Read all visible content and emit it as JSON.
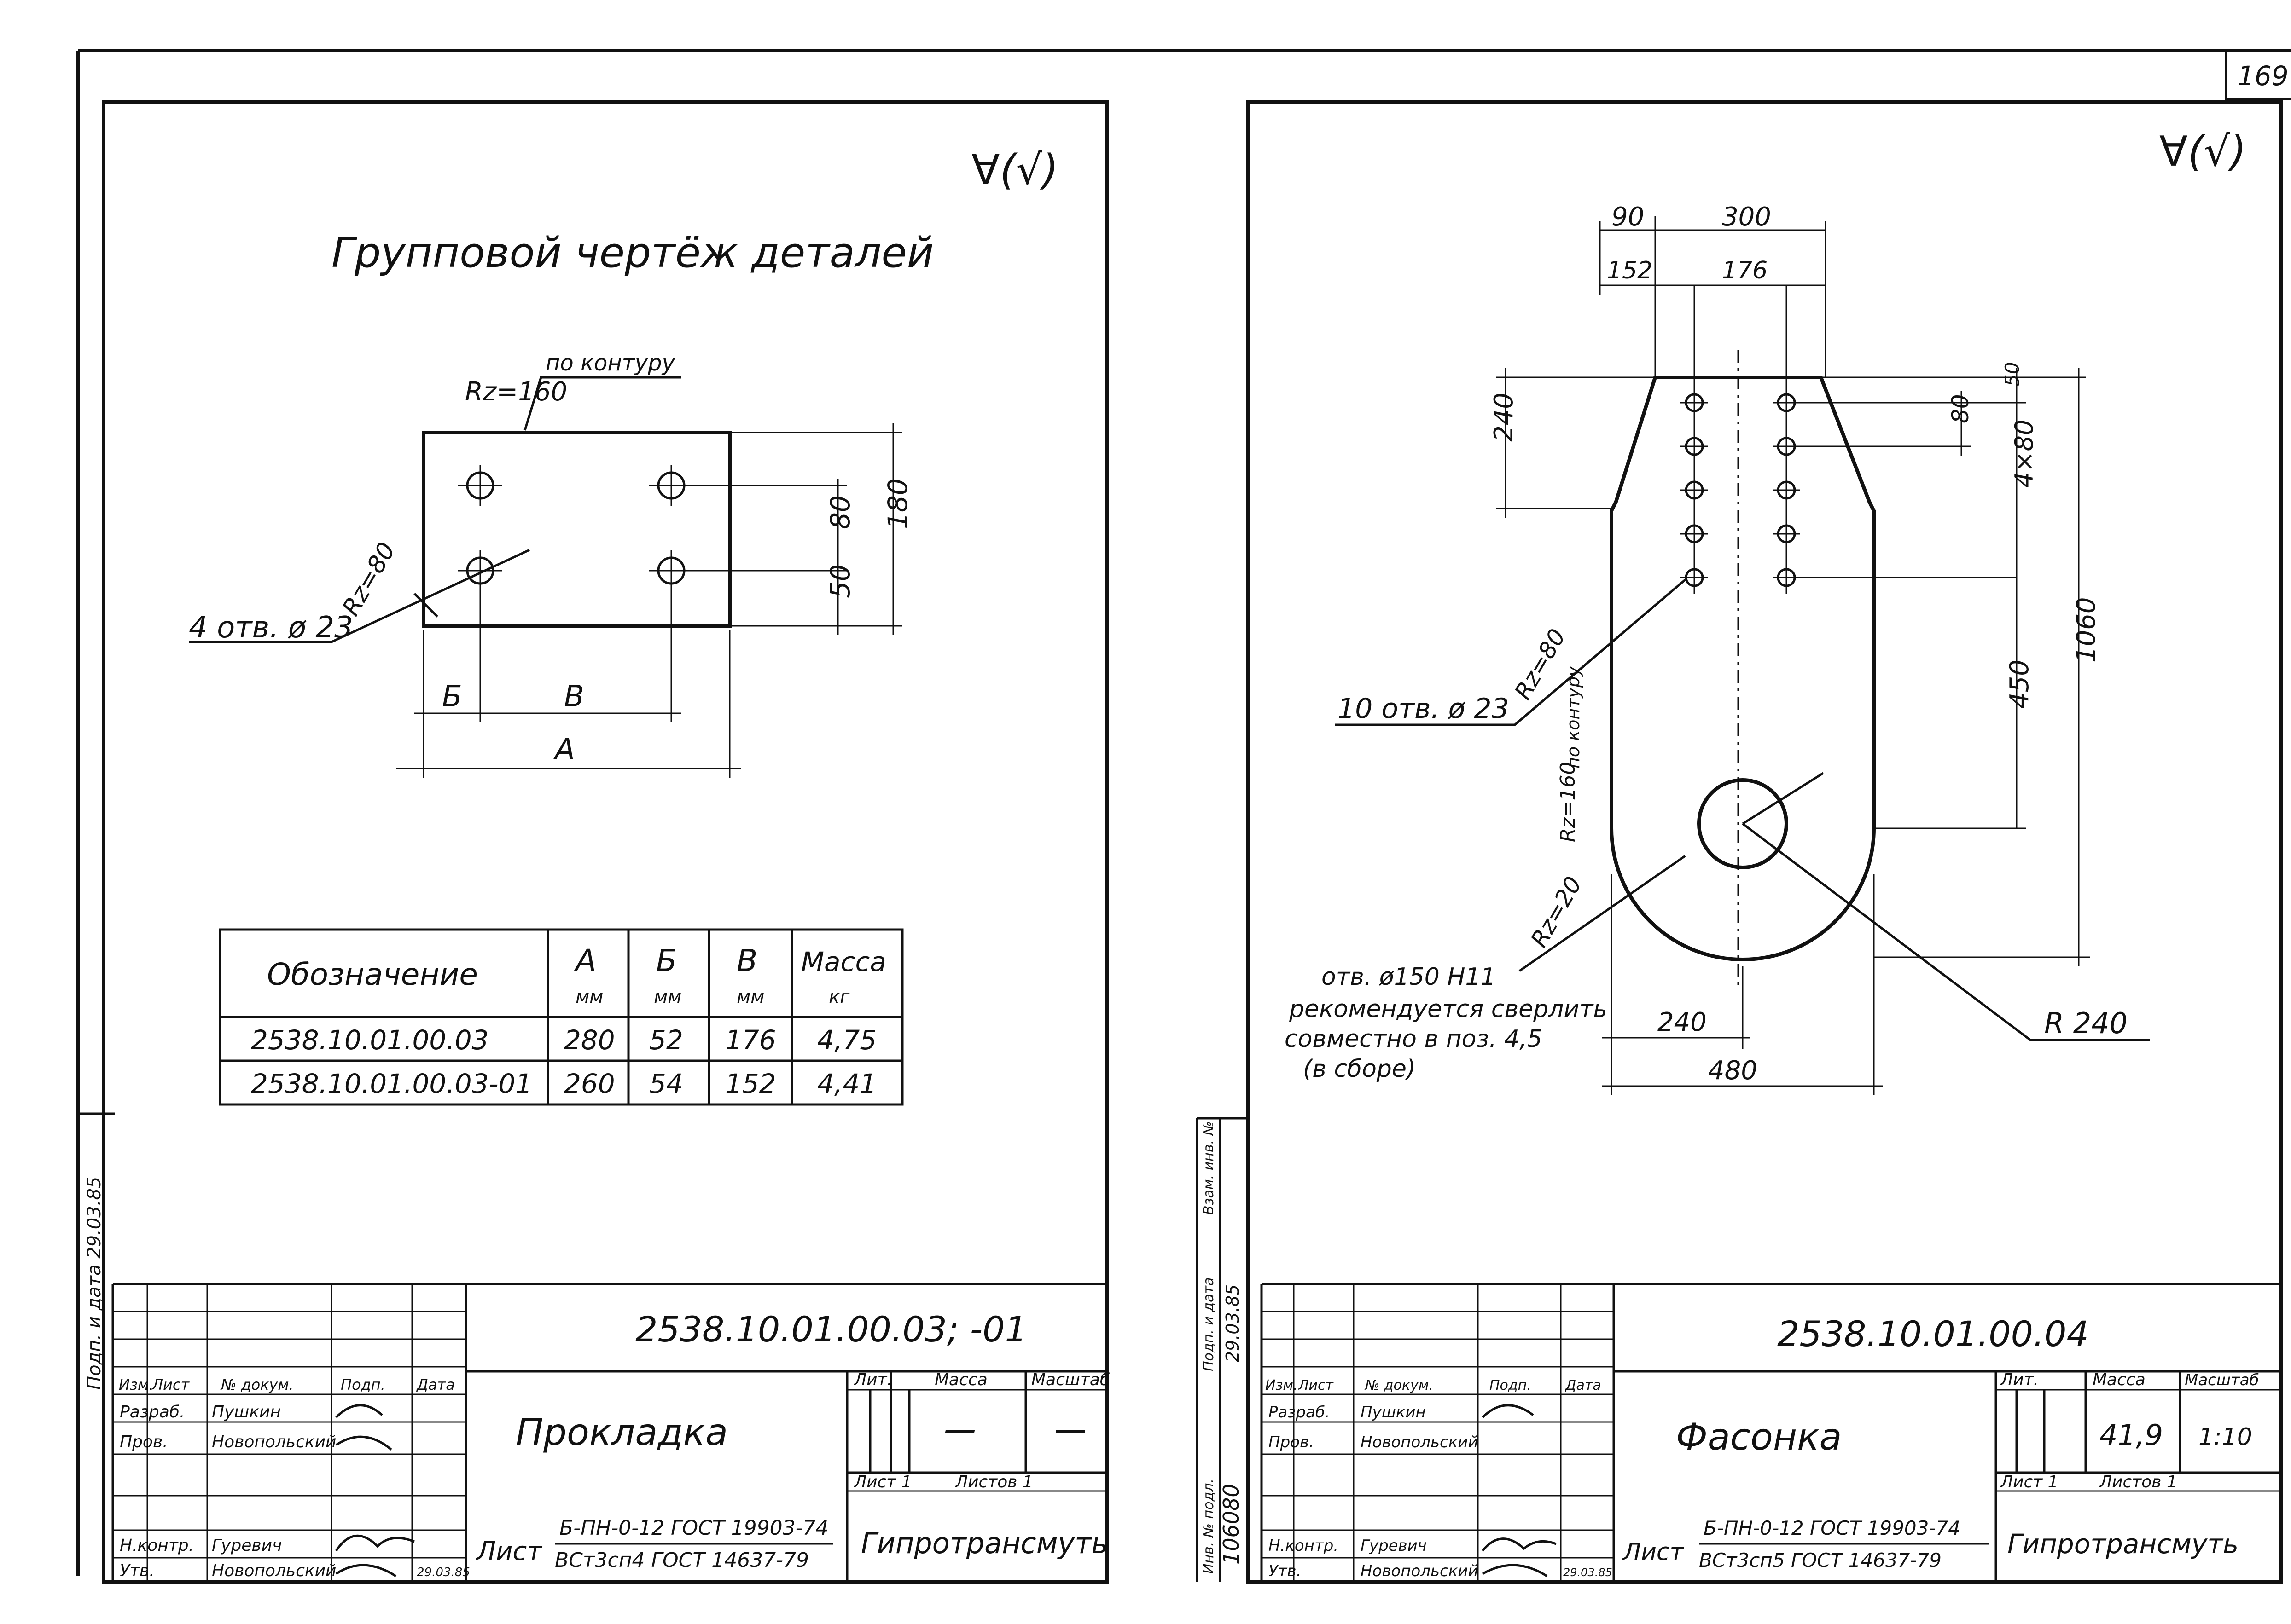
{
  "page_number": "169",
  "roughness_symbol": "∀(√)",
  "left_sheet": {
    "heading": "Групповой чертёж деталей",
    "roughness_contour": "Rz=160",
    "roughness_contour_note": "по контуру",
    "roughness_holes": "Rz=80",
    "holes_note": "4 отв. ø 23",
    "dims": {
      "d80": "80",
      "d180": "180",
      "d50": "50",
      "b": "Б",
      "v": "В",
      "a": "А"
    },
    "table": {
      "headers": [
        {
          "main": "Обозначение",
          "unit": ""
        },
        {
          "main": "А",
          "unit": "мм"
        },
        {
          "main": "Б",
          "unit": "мм"
        },
        {
          "main": "В",
          "unit": "мм"
        },
        {
          "main": "Масса",
          "unit": "кг"
        }
      ],
      "rows": [
        [
          "2538.10.01.00.03",
          "280",
          "52",
          "176",
          "4,75"
        ],
        [
          "2538.10.01.00.03-01",
          "260",
          "54",
          "152",
          "4,41"
        ]
      ]
    },
    "title_block": {
      "designation": "2538.10.01.00.03; -01",
      "name": "Прокладка",
      "col_headers": [
        "Изм.",
        "Лист",
        "№ докум.",
        "Подп.",
        "Дата"
      ],
      "roles": [
        {
          "role": "Разраб.",
          "person": "Пушкин"
        },
        {
          "role": "Пров.",
          "person": "Новопольский"
        },
        {
          "role": "Н.контр.",
          "person": "Гуревич"
        },
        {
          "role": "Утв.",
          "person": "Новопольский"
        }
      ],
      "lit_label": "Лит.",
      "mass_label": "Масса",
      "scale_label": "Масштаб",
      "mass_value": "—",
      "scale_value": "—",
      "sheet_label": "Лист 1",
      "sheets_label": "Листов 1",
      "material_prefix": "Лист",
      "material_top": "Б-ПН-0-12 ГОСТ 19903-74",
      "material_bottom": "ВСт3сп4 ГОСТ 14637-79",
      "org": "Гипротрансмуть",
      "date": "29.03.85"
    },
    "margin_stamp": "Подп. и дата 29.03.85"
  },
  "right_sheet": {
    "dims": {
      "d90": "90",
      "d300": "300",
      "d152": "152",
      "d176": "176",
      "d240v": "240",
      "d50": "50",
      "d80": "80",
      "d4x80": "4×80",
      "d450": "450",
      "d1060": "1060",
      "d240h": "240",
      "d480": "480",
      "r240": "R 240"
    },
    "roughness_holes": "Rz=80",
    "holes_note": "10 отв. ø 23",
    "roughness_contour": "Rz=160",
    "roughness_contour_note": "по контуру",
    "roughness_bore": "Rz=20",
    "bore_note_lines": [
      "отв. ø150 H11",
      "рекомендуется сверлить",
      "совместно в поз. 4,5",
      "(в сборе)"
    ],
    "title_block": {
      "designation": "2538.10.01.00.04",
      "name": "Фасонка",
      "col_headers": [
        "Изм.",
        "Лист",
        "№ докум.",
        "Подп.",
        "Дата"
      ],
      "roles": [
        {
          "role": "Разраб.",
          "person": "Пушкин"
        },
        {
          "role": "Пров.",
          "person": "Новопольский"
        },
        {
          "role": "Н.контр.",
          "person": "Гуревич"
        },
        {
          "role": "Утв.",
          "person": "Новопольский"
        }
      ],
      "lit_label": "Лит.",
      "mass_label": "Масса",
      "scale_label": "Масштаб",
      "mass_value": "41,9",
      "scale_value": "1:10",
      "sheet_label": "Лист 1",
      "sheets_label": "Листов 1",
      "material_prefix": "Лист",
      "material_top": "Б-ПН-0-12 ГОСТ 19903-74",
      "material_bottom": "ВСт3сп5 ГОСТ 14637-79",
      "org": "Гипротрансмуть",
      "date": "29.03.85"
    },
    "margin_labels": [
      "Инв. № подл.",
      "Подп. и дата",
      "Взам. инв. №"
    ],
    "margin_values": [
      "106080",
      "29.03.85"
    ]
  }
}
